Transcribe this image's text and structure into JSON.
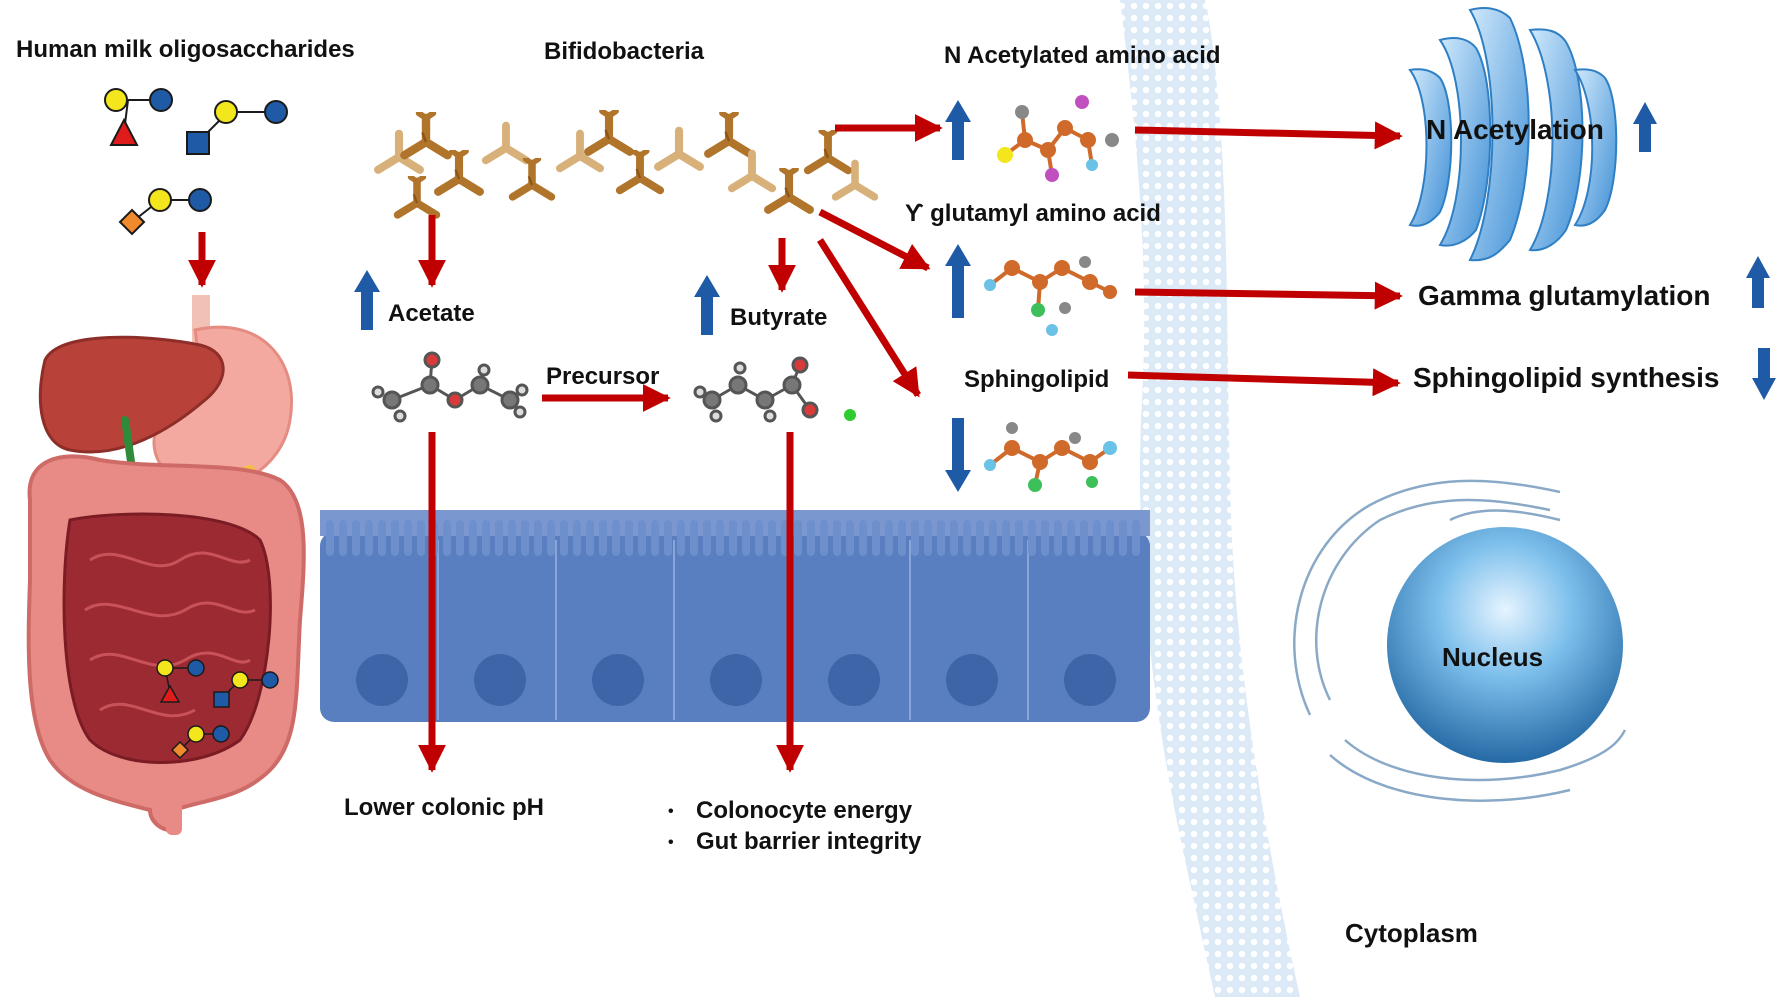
{
  "labels": {
    "hmo": "Human milk oligosaccharides",
    "bifido": "Bifidobacteria",
    "n_acetylated": "N Acetylated amino acid",
    "gamma_glutamyl": "ϒ glutamyl amino acid",
    "acetate": "Acetate",
    "butyrate": "Butyrate",
    "precursor": "Precursor",
    "sphingolipid": "Sphingolipid",
    "n_acetylation": "N Acetylation",
    "gamma_glutamylation": "Gamma glutamylation",
    "sphingolipid_synthesis": "Sphingolipid synthesis",
    "lower_ph": "Lower colonic pH",
    "nucleus": "Nucleus",
    "cytoplasm": "Cytoplasm"
  },
  "outcomes": [
    "Colonocyte energy",
    "Gut barrier integrity"
  ],
  "changes": {
    "n_acetylated": "up",
    "gamma_glutamyl": "up",
    "sphingolipid": "down",
    "acetate": "up",
    "butyrate": "up",
    "n_acetylation": "up",
    "gamma_glutamylation": "up",
    "sphingolipid_synthesis": "down"
  },
  "colors": {
    "red_arrow": "#c00000",
    "blue_arrow": "#1f5aa6",
    "bacteria": "#b0742a",
    "epithelium": "#5a7fc0",
    "cell_nucleus": "#3e65a8",
    "membrane": "#c8dcef",
    "golgi": "#63a9e6",
    "nucleus": "#3a8fd0"
  },
  "icons": [
    "glycan-icon",
    "liver-icon",
    "stomach-icon",
    "intestine-icon",
    "bacteria-icon",
    "molecule-icon",
    "golgi-icon",
    "endoplasmic-reticulum-icon"
  ]
}
